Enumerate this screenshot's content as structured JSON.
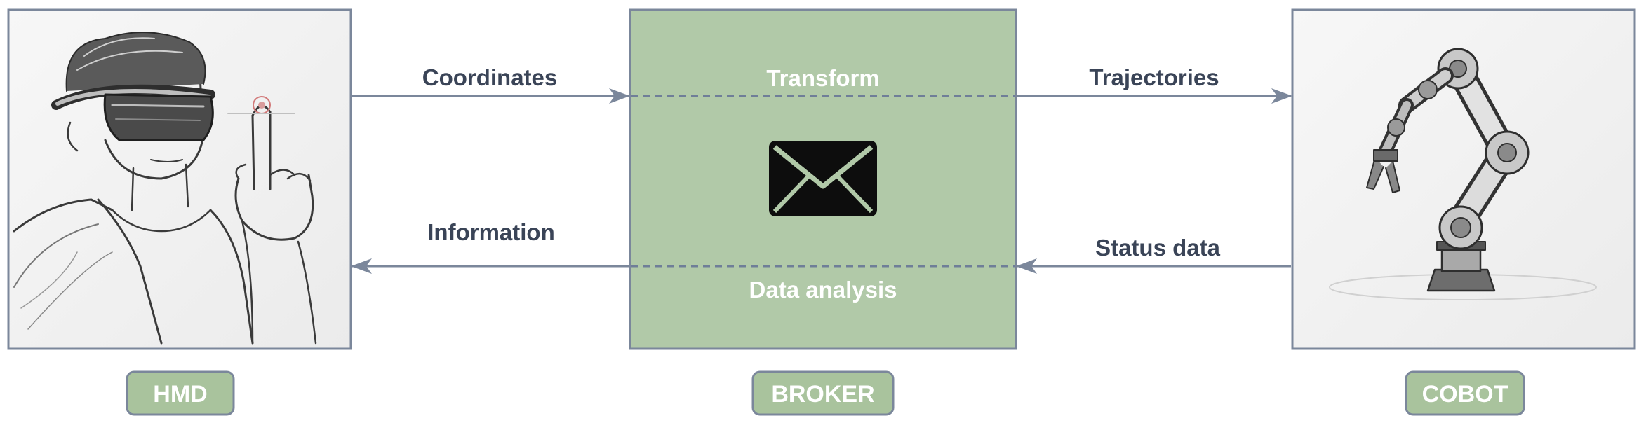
{
  "nodes": {
    "hmd": {
      "label": "HMD",
      "icon": "vr-headset-user-illustration"
    },
    "broker": {
      "label": "BROKER",
      "icon": "envelope-icon",
      "top_label": "Transform",
      "bottom_label": "Data analysis"
    },
    "cobot": {
      "label": "COBOT",
      "icon": "robot-arm-illustration"
    }
  },
  "edges": {
    "coordinates": "Coordinates",
    "trajectories": "Trajectories",
    "information": "Information",
    "status_data": "Status data"
  },
  "colors": {
    "broker_fill": "#b1c9a8",
    "tag_fill": "#a9c39d",
    "stroke": "#7b879b",
    "text_dark": "#3a4457"
  }
}
